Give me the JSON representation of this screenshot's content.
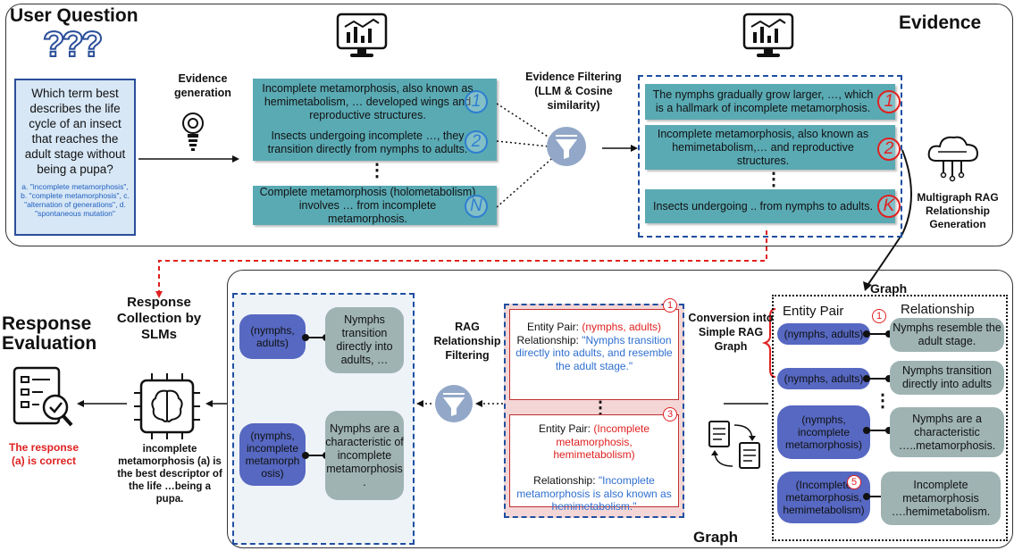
{
  "top": {
    "user_question": "User Question",
    "evidence_title": "Evidence",
    "question_marks": "???",
    "question": "Which term best describes the life cycle of an insect that reaches the adult stage without being a pupa?",
    "options": "a. \"incomplete metamorphosis\", b. \"complete metamorphosis\", c. \"alternation of generations\", d. \"spontaneous mutation\"",
    "evidence_generation": "Evidence generation",
    "evidence_filtering": "Evidence Filtering (LLM & Cosine similarity)",
    "multigraph": "Multigraph RAG Relationship Generation",
    "evidence_left": [
      {
        "text": "Incomplete metamorphosis, also known as hemimetabolism, … developed wings and reproductive structures.",
        "badge": "1"
      },
      {
        "text": "Insects undergoing incomplete …, they transition directly from nymphs to adults.",
        "badge": "2"
      },
      {
        "text": "Complete metamorphosis (holometabolism) involves … from incomplete metamorphosis.",
        "badge": "N"
      }
    ],
    "evidence_right": [
      {
        "text": "The nymphs gradually grow larger, …, which is a hallmark of incomplete metamorphosis.",
        "badge": "1"
      },
      {
        "text": "Incomplete metamorphosis, also known as hemimetabolism,… and reproductive structures.",
        "badge": "2"
      },
      {
        "text": "Insects undergoing .. from nymphs to adults.",
        "badge": "K"
      }
    ],
    "ellipsis": "⋮"
  },
  "bottom": {
    "graph_label_top": "Graph",
    "graph_label_bottom": "Graph",
    "entity_pair_header": "Entity Pair",
    "relationship_header": "Relationship",
    "conversion": "Conversion into Simple RAG Graph",
    "rag_filtering": "RAG Relationship Filtering",
    "response_collection": "Response Collection by SLMs",
    "response_evaluation": "Response Evaluation",
    "correct": "The response (a) is correct",
    "slm_answer": "incomplete metamorphosis (a) is the best descriptor of the life …being a pupa.",
    "graph_rows": [
      {
        "entity": "(nymphs, adults)",
        "relation": "Nymphs resemble the adult stage.",
        "badge": "1"
      },
      {
        "entity": "(nymphs, adults)",
        "relation": "Nymphs transition directly into adults",
        "badge": ""
      },
      {
        "entity": "(nymphs, incomplete metamorphosis)",
        "relation": "Nymphs are a characteristic …..metamorphosis.",
        "badge": ""
      },
      {
        "entity": "(Incomplete metamorphosis, hemimetabolism)",
        "relation": "Incomplete metamorphosis ….hemimetabolism.",
        "badge": "5"
      }
    ],
    "filtered": [
      {
        "label1": "Entity Pair: ",
        "entity": "(nymphs, adults)",
        "label2": "Relationship: ",
        "relation": "\"Nymphs transition directly into adults, and resemble the adult stage.\"",
        "badge": "1"
      },
      {
        "label1": "Entity Pair: ",
        "entity": "(Incomplete metamorphosis, hemimetabolism)",
        "label2": "Relationship: ",
        "relation": "\"Incomplete metamorphosis is also known as hemimetabolism.\"",
        "badge": "3"
      }
    ],
    "slm_rows": [
      {
        "entity": "(nymphs, adults)",
        "relation": "Nymphs transition directly into adults, …"
      },
      {
        "entity": "(nymphs, incomplete metamorph osis)",
        "relation": "Nymphs are a characteristic of incomplete metamorphosis ."
      }
    ]
  },
  "colors": {
    "teal": "#5aaab4",
    "entity": "#5668c1",
    "relation": "#9fb3b3",
    "dash_blue": "#1f4fa0",
    "red": "#e02020",
    "blue_text": "#2f6fd0"
  }
}
